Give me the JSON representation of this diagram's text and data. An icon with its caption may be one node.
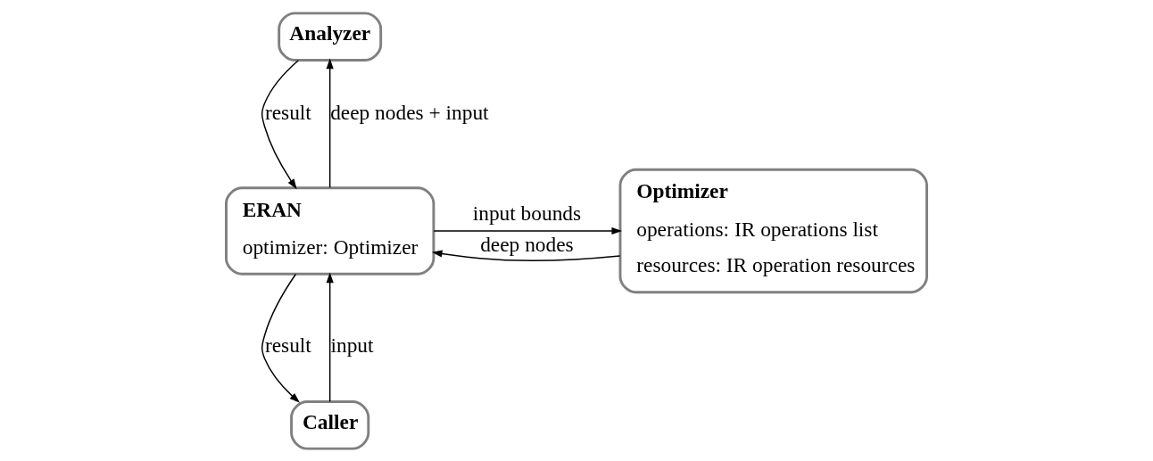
{
  "diagram": {
    "nodes": [
      {
        "text": [
          "Analyzer"
        ]
      },
      {
        "text": [
          "Caller"
        ]
      },
      {
        "text": [
          "ERAN",
          "optimizer: Optimizer"
        ]
      },
      {
        "text": [
          "Optimizer",
          "operations: IR operations list",
          "resources: IR operation resources"
        ]
      }
    ],
    "edges": [
      {
        "from": 1,
        "to": 2,
        "arrow": "to",
        "label": "input"
      },
      {
        "from": 2,
        "to": 1,
        "arrow": "to",
        "label": "result"
      },
      {
        "from": 2,
        "to": 0,
        "arrow": "to",
        "label": "deep nodes + input"
      },
      {
        "from": 0,
        "to": 2,
        "arrow": "to",
        "label": "result"
      },
      {
        "from": 2,
        "to": 3,
        "arrow": "to",
        "label": "input bounds"
      },
      {
        "from": 3,
        "to": 2,
        "arrow": "to",
        "label": "deep nodes"
      }
    ]
  }
}
